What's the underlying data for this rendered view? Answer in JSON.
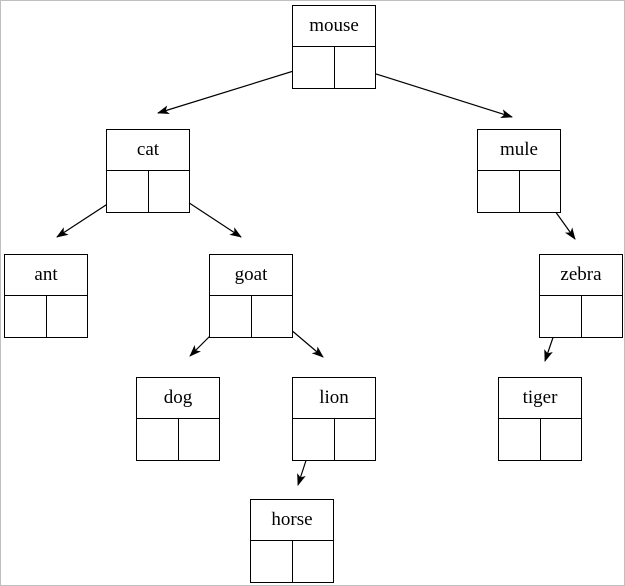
{
  "diagram": {
    "type": "binary-tree",
    "colors": {
      "background": "#ffffff",
      "line": "#000000",
      "frame": "#bfbfbf"
    },
    "nodes": [
      {
        "id": "mouse",
        "label": "mouse"
      },
      {
        "id": "cat",
        "label": "cat"
      },
      {
        "id": "mule",
        "label": "mule"
      },
      {
        "id": "ant",
        "label": "ant"
      },
      {
        "id": "goat",
        "label": "goat"
      },
      {
        "id": "zebra",
        "label": "zebra"
      },
      {
        "id": "dog",
        "label": "dog"
      },
      {
        "id": "lion",
        "label": "lion"
      },
      {
        "id": "tiger",
        "label": "tiger"
      },
      {
        "id": "horse",
        "label": "horse"
      }
    ],
    "edges": [
      {
        "from": "mouse",
        "pointer": "left",
        "to": "cat"
      },
      {
        "from": "mouse",
        "pointer": "right",
        "to": "mule"
      },
      {
        "from": "cat",
        "pointer": "left",
        "to": "ant"
      },
      {
        "from": "cat",
        "pointer": "right",
        "to": "goat"
      },
      {
        "from": "mule",
        "pointer": "right",
        "to": "zebra"
      },
      {
        "from": "goat",
        "pointer": "left",
        "to": "dog"
      },
      {
        "from": "goat",
        "pointer": "right",
        "to": "lion"
      },
      {
        "from": "zebra",
        "pointer": "left",
        "to": "tiger"
      },
      {
        "from": "lion",
        "pointer": "left",
        "to": "horse"
      }
    ]
  }
}
